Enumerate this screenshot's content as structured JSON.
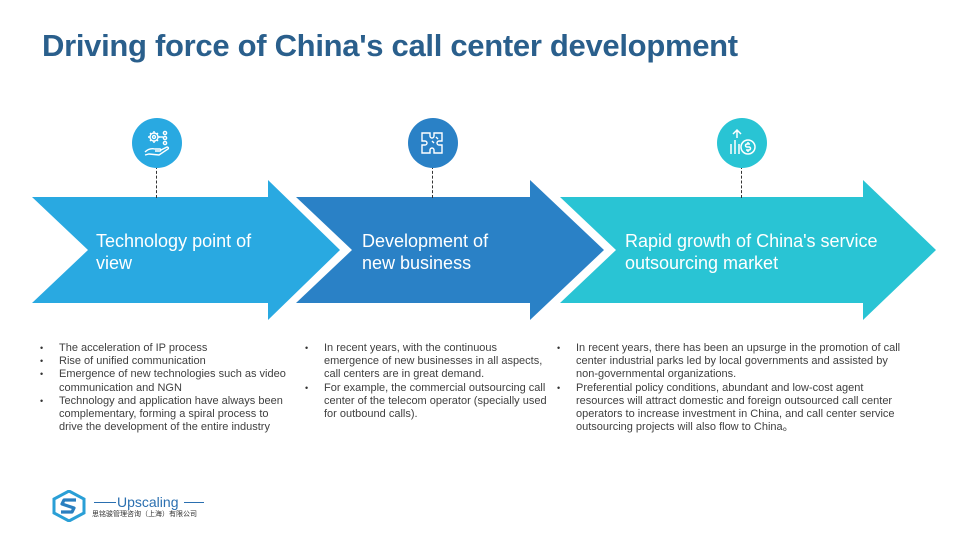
{
  "title": "Driving force of China's call center development",
  "colors": {
    "title": "#2a5f8c",
    "arrow1": "#29a9e1",
    "arrow2": "#2a81c6",
    "arrow3": "#29c4d4"
  },
  "stages": [
    {
      "icon": "hand-gear-icon",
      "label": "Technology point of view",
      "bullets": [
        "The acceleration of IP process",
        "Rise of unified communication",
        "Emergence of new technologies such as video communication and NGN",
        "Technology and application have always been complementary, forming a spiral process to drive the development of the entire industry"
      ]
    },
    {
      "icon": "puzzle-icon",
      "label": "Development of new business",
      "bullets": [
        "In recent years, with the continuous emergence of new businesses in all aspects, call centers are in great demand.",
        "For example, the commercial outsourcing call center of the telecom operator (specially used for outbound calls)."
      ]
    },
    {
      "icon": "growth-dollar-icon",
      "label": "Rapid growth of China's service outsourcing market",
      "bullets": [
        "In recent years, there has been an upsurge in the promotion of call center industrial parks led by local governments and assisted by non-governmental organizations.",
        "Preferential policy conditions, abundant and low-cost agent resources will attract domestic and foreign outsourced call center operators to increase investment in China, and call center service outsourcing projects will also flow to China。"
      ]
    }
  ],
  "footer": {
    "brand": "Upscaling",
    "company": "思铭骏管理咨询（上海）有限公司"
  }
}
